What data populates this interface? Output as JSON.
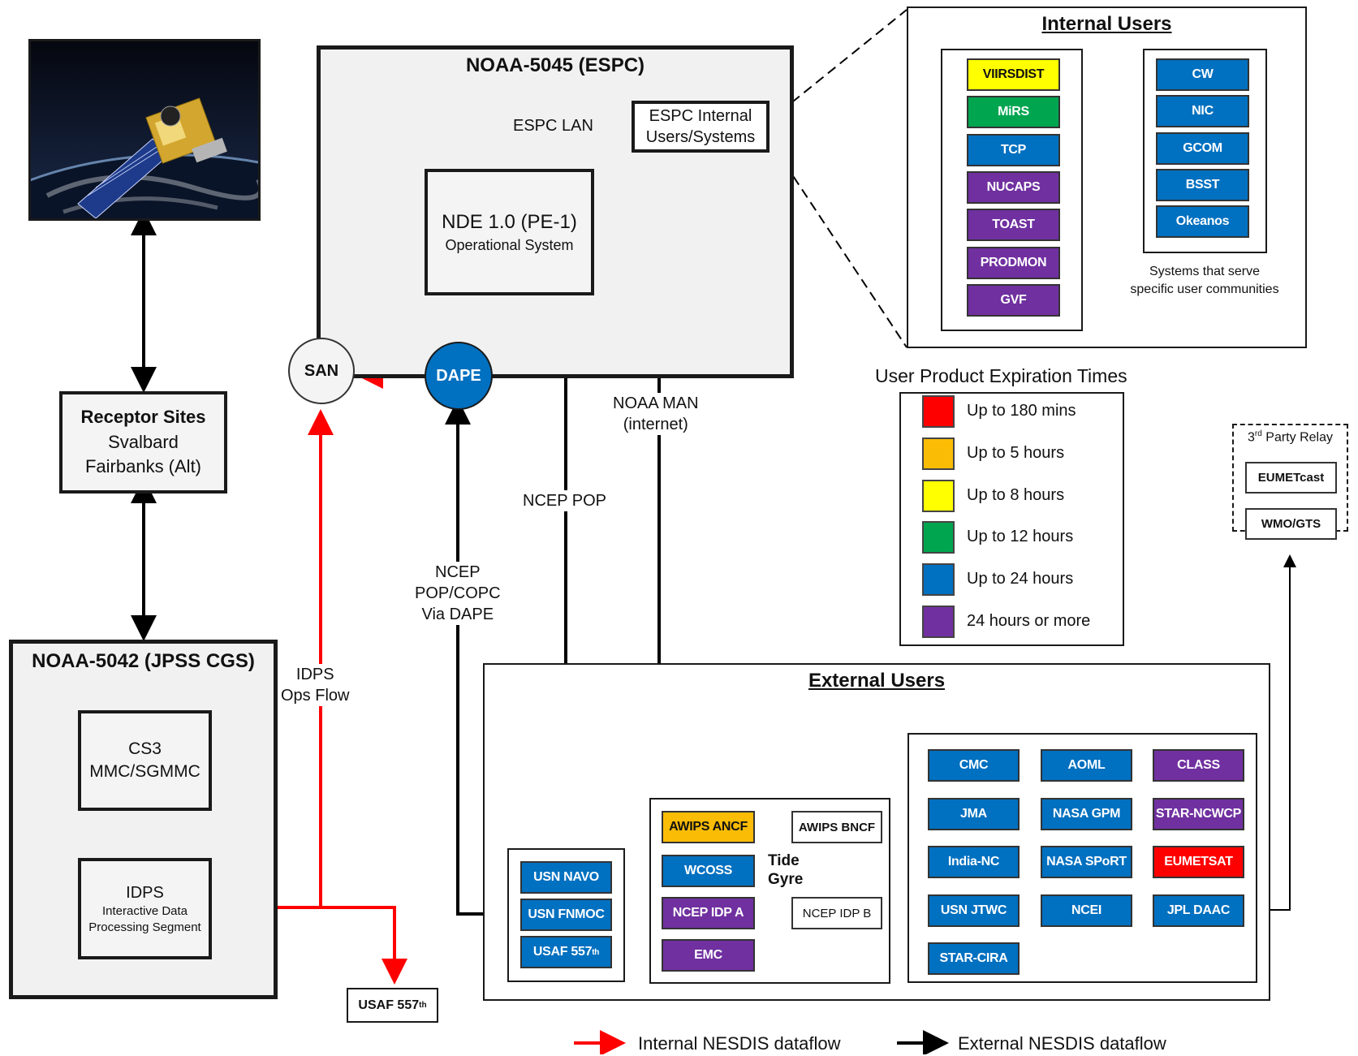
{
  "colors": {
    "red": "#ff0000",
    "orange": "#fbbc05",
    "yellow": "#ffff00",
    "green": "#00a550",
    "blue": "#0070c0",
    "purple": "#7030a0"
  },
  "satellite_image": {
    "icon": "satellite-in-orbit-image"
  },
  "receptor": {
    "title": "Receptor Sites",
    "line1": "Svalbard",
    "line2": "Fairbanks (Alt)"
  },
  "jpss": {
    "title": "NOAA-5042 (JPSS CGS)",
    "cs3_line1": "CS3",
    "cs3_line2": "MMC/SGMMC",
    "idps_title": "IDPS",
    "idps_line1": "Interactive Data",
    "idps_line2": "Processing Segment"
  },
  "usaf_bottom": {
    "text": "USAF 557",
    "sup": "th"
  },
  "espc": {
    "title": "NOAA-5045 (ESPC)",
    "lan": "ESPC LAN",
    "internal_line1": "ESPC Internal",
    "internal_line2": "Users/Systems",
    "nde_title": "NDE 1.0 (PE-1)",
    "nde_sub": "Operational System",
    "san": "SAN",
    "dape": "DAPE"
  },
  "flow_labels": {
    "idps_ops": [
      "IDPS",
      "Ops Flow"
    ],
    "ncep_pop_copc": [
      "NCEP",
      "POP/COPC",
      "Via DAPE"
    ],
    "ncep_pop": "NCEP POP",
    "noaa_man": [
      "NOAA MAN",
      "(internet)"
    ]
  },
  "internal_users": {
    "title": "Internal Users",
    "left": [
      {
        "label": "VIIRSDIST",
        "color": "yellow"
      },
      {
        "label": "MiRS",
        "color": "green"
      },
      {
        "label": "TCP",
        "color": "blue"
      },
      {
        "label": "NUCAPS",
        "color": "purple"
      },
      {
        "label": "TOAST",
        "color": "purple"
      },
      {
        "label": "PRODMON",
        "color": "purple"
      },
      {
        "label": "GVF",
        "color": "purple"
      }
    ],
    "right": [
      {
        "label": "CW",
        "color": "blue"
      },
      {
        "label": "NIC",
        "color": "blue"
      },
      {
        "label": "GCOM",
        "color": "blue"
      },
      {
        "label": "BSST",
        "color": "blue"
      },
      {
        "label": "Okeanos",
        "color": "blue"
      }
    ],
    "note_line1": "Systems that serve",
    "note_line2": "specific user communities"
  },
  "expiration": {
    "title": "User Product Expiration Times",
    "items": [
      {
        "color": "red",
        "label": "Up to 180 mins"
      },
      {
        "color": "orange",
        "label": "Up to 5 hours"
      },
      {
        "color": "yellow",
        "label": "Up to 8 hours"
      },
      {
        "color": "green",
        "label": "Up to 12 hours"
      },
      {
        "color": "blue",
        "label": "Up to 24 hours"
      },
      {
        "color": "purple",
        "label": "24 hours or more"
      }
    ]
  },
  "relay": {
    "title_pre": "3",
    "title_sup": "rd",
    "title_post": " Party Relay",
    "items": [
      "EUMETcast",
      "WMO/GTS"
    ]
  },
  "external_users": {
    "title": "External Users",
    "navy_group": [
      {
        "label": "USN NAVO",
        "color": "blue"
      },
      {
        "label": "USN FNMOC",
        "color": "blue"
      },
      {
        "label": "USAF 557",
        "sup": "th",
        "color": "blue"
      }
    ],
    "awips_ancf": {
      "label": "AWIPS ANCF",
      "color": "orange"
    },
    "awips_bncf": "AWIPS BNCF",
    "wcoss": {
      "label": "WCOSS",
      "color": "blue"
    },
    "tide_gyre": [
      "Tide",
      "Gyre"
    ],
    "ncep_idp_a": {
      "label": "NCEP IDP A",
      "color": "purple"
    },
    "ncep_idp_b": "NCEP IDP B",
    "emc": {
      "label": "EMC",
      "color": "purple"
    },
    "grid": [
      {
        "label": "CMC",
        "color": "blue"
      },
      {
        "label": "AOML",
        "color": "blue"
      },
      {
        "label": "CLASS",
        "color": "purple"
      },
      {
        "label": "JMA",
        "color": "blue"
      },
      {
        "label": "NASA GPM",
        "color": "blue"
      },
      {
        "label": "STAR-NCWCP",
        "color": "purple"
      },
      {
        "label": "India-NC",
        "color": "blue"
      },
      {
        "label": "NASA SPoRT",
        "color": "blue"
      },
      {
        "label": "EUMETSAT",
        "color": "red"
      },
      {
        "label": "USN JTWC",
        "color": "blue"
      },
      {
        "label": "NCEI",
        "color": "blue"
      },
      {
        "label": "JPL DAAC",
        "color": "blue"
      },
      {
        "label": "STAR-CIRA",
        "color": "blue"
      }
    ]
  },
  "legend": {
    "internal": "Internal NESDIS dataflow",
    "external": "External NESDIS dataflow"
  }
}
